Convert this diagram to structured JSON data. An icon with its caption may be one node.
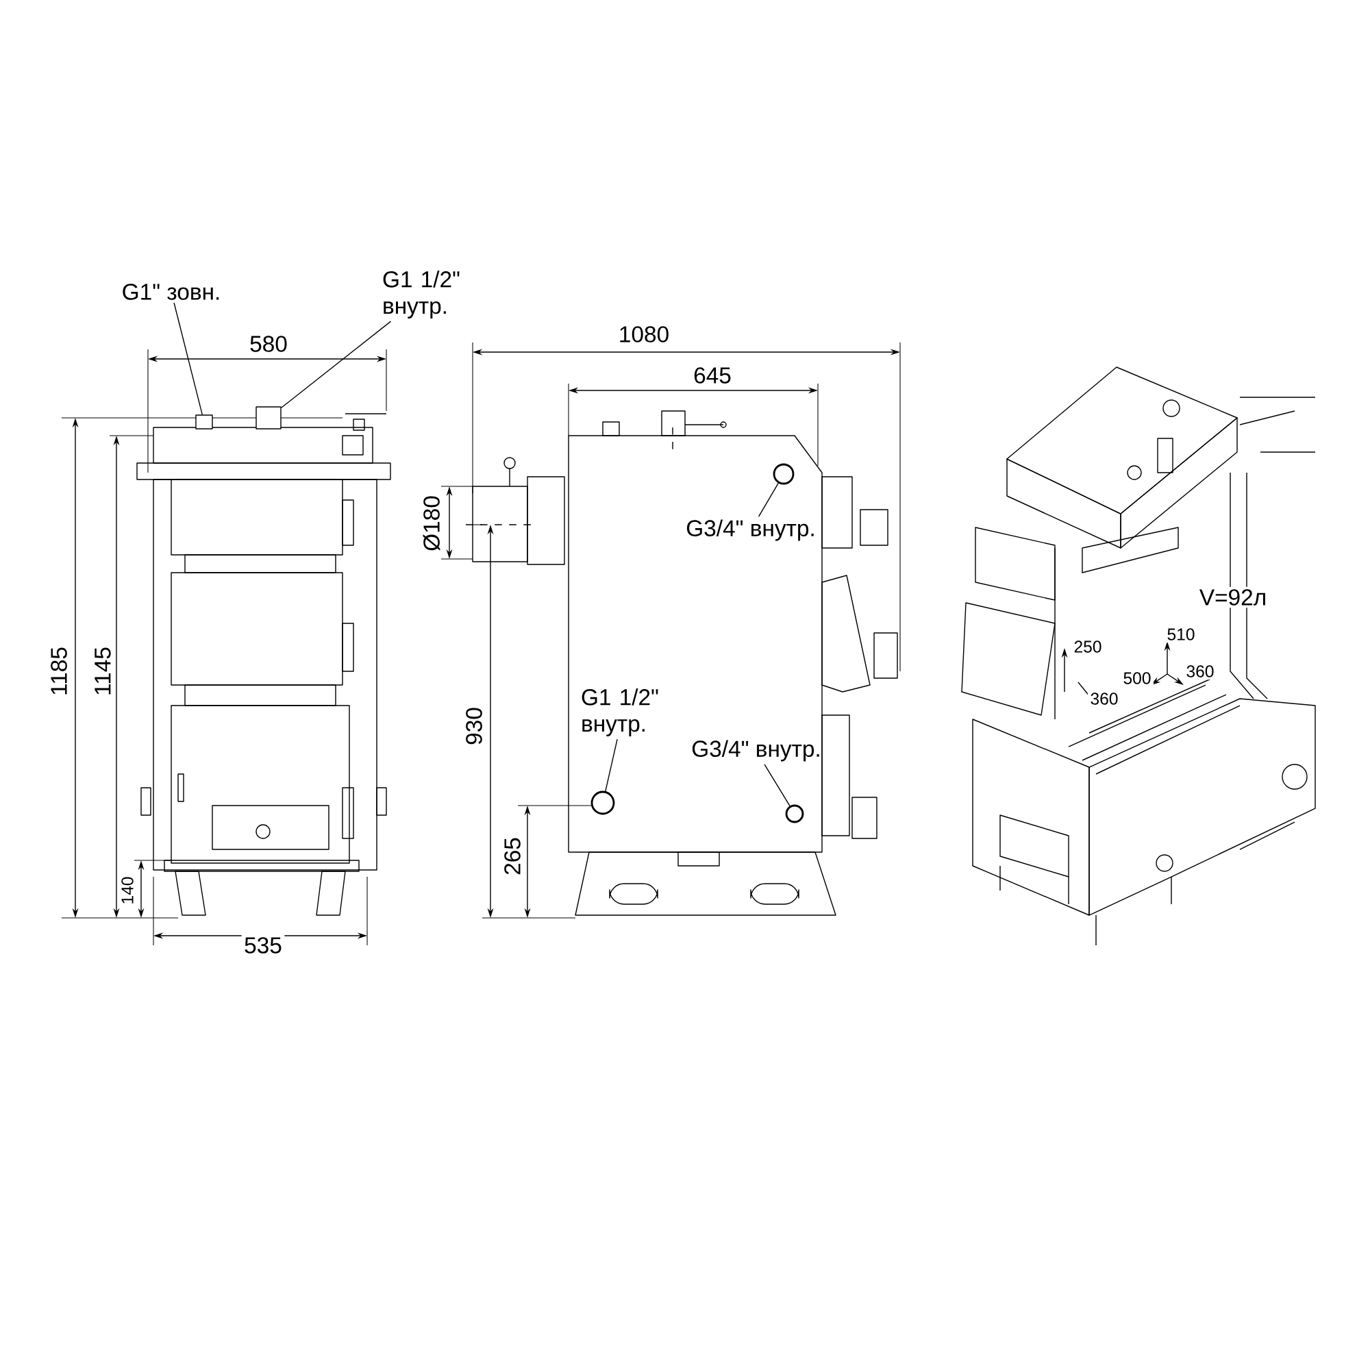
{
  "diagram": {
    "nodes": [
      {
        "text": [
          "G1\" зовн."
        ]
      },
      {
        "text": [
          "G1 1/2\" внутр."
        ]
      },
      {
        "text": [],
        "shape": "box"
      },
      {
        "text": [],
        "shape": "box"
      },
      {
        "text": [
          "G3/4\" внутр."
        ]
      },
      {
        "text": [],
        "shape": "circle"
      },
      {
        "text": [
          "G1 1/2\" внутр."
        ]
      },
      {
        "text": [
          "G3/4\" внутр."
        ]
      },
      {
        "text": [],
        "shape": "circle"
      },
      {
        "text": [],
        "shape": "circle"
      }
    ],
    "edges": [
      {
        "from": 0,
        "to": 2,
        "arrow": "none"
      },
      {
        "from": 1,
        "to": 3,
        "arrow": "none"
      },
      {
        "from": 4,
        "to": 5,
        "arrow": "none"
      },
      {
        "from": 6,
        "to": 8,
        "arrow": "none"
      },
      {
        "from": 7,
        "to": 9,
        "arrow": "none"
      }
    ],
    "labels": [
      "580",
      "1185",
      "1145",
      "140",
      "535",
      "1080",
      "645",
      "Ø180",
      "930",
      "265",
      "V=92л",
      "250",
      "510",
      "500",
      "360",
      "360"
    ]
  }
}
